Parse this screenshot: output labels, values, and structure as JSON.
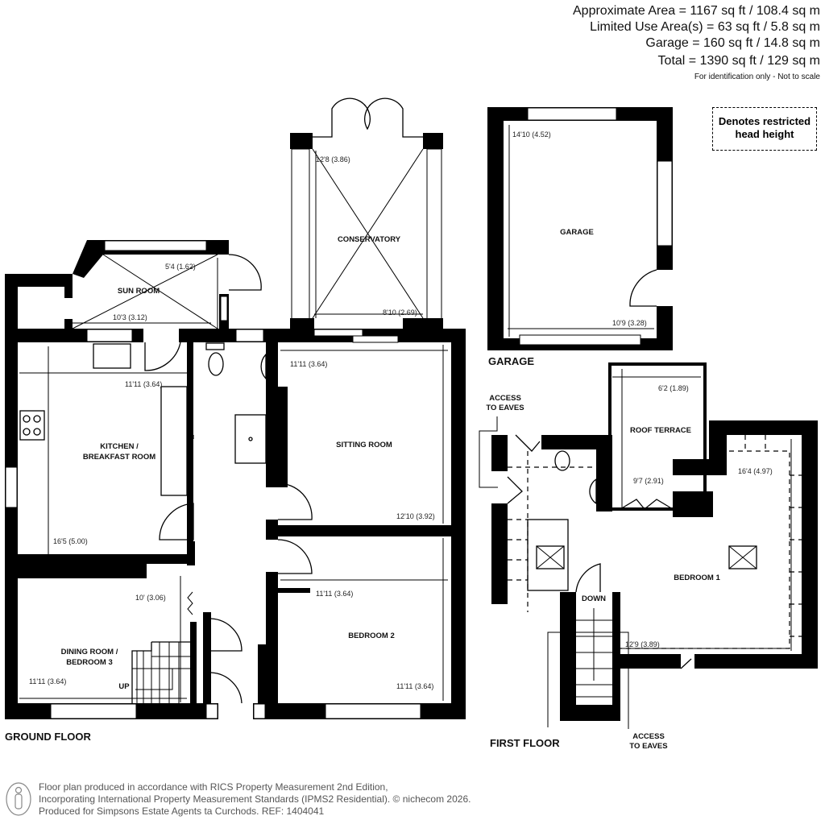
{
  "areas": {
    "approximate": "Approximate Area = 1167 sq ft / 108.4 sq m",
    "limited_use": "Limited Use Area(s) = 63 sq ft / 5.8 sq m",
    "garage": "Garage = 160 sq ft / 14.8 sq m",
    "total": "Total = 1390 sq ft / 129 sq m",
    "note": "For identification only - Not to scale"
  },
  "legend": {
    "line1": "Denotes restricted",
    "line2": "head height"
  },
  "floors": {
    "ground": "GROUND FLOOR",
    "first": "FIRST FLOOR",
    "garage": "GARAGE"
  },
  "rooms": {
    "sun_room": "SUN ROOM",
    "conservatory": "CONSERVATORY",
    "kitchen_1": "KITCHEN /",
    "kitchen_2": "BREAKFAST ROOM",
    "sitting_room": "SITTING ROOM",
    "dining_1": "DINING ROOM /",
    "dining_2": "BEDROOM 3",
    "bedroom2": "BEDROOM 2",
    "garage": "GARAGE",
    "roof_terrace": "ROOF TERRACE",
    "bedroom1": "BEDROOM 1"
  },
  "dimensions": {
    "sun_w": "10'3 (3.12)",
    "sun_h": "5'4 (1.62)",
    "cons_h": "12'8 (3.86)",
    "cons_w": "8'10 (2.69)",
    "kitchen_w": "11'11 (3.64)",
    "kitchen_h": "16'5 (5.00)",
    "sitting_w": "11'11 (3.64)",
    "sitting_h": "12'10 (3.92)",
    "dining_h": "10' (3.06)",
    "dining_w": "11'11 (3.64)",
    "bed2_w": "11'11 (3.64)",
    "bed2_h": "11'11 (3.64)",
    "garage_h": "14'10 (4.52)",
    "garage_w": "10'9 (3.28)",
    "terrace_w": "6'2 (1.89)",
    "terrace_h": "9'7 (2.91)",
    "bed1_h": "16'4 (4.97)",
    "bed1_w": "12'9 (3.89)"
  },
  "labels": {
    "up": "UP",
    "down": "DOWN",
    "access1_a": "ACCESS",
    "access1_b": "TO EAVES",
    "access2_a": "ACCESS",
    "access2_b": "TO EAVES"
  },
  "footer": {
    "line1": "Floor plan produced in accordance with RICS Property Measurement 2nd Edition,",
    "line2": "Incorporating International Property Measurement Standards (IPMS2 Residential).   © nichecom 2026.",
    "line3": "Produced for Simpsons Estate Agents ta Curchods.   REF: 1404041"
  }
}
